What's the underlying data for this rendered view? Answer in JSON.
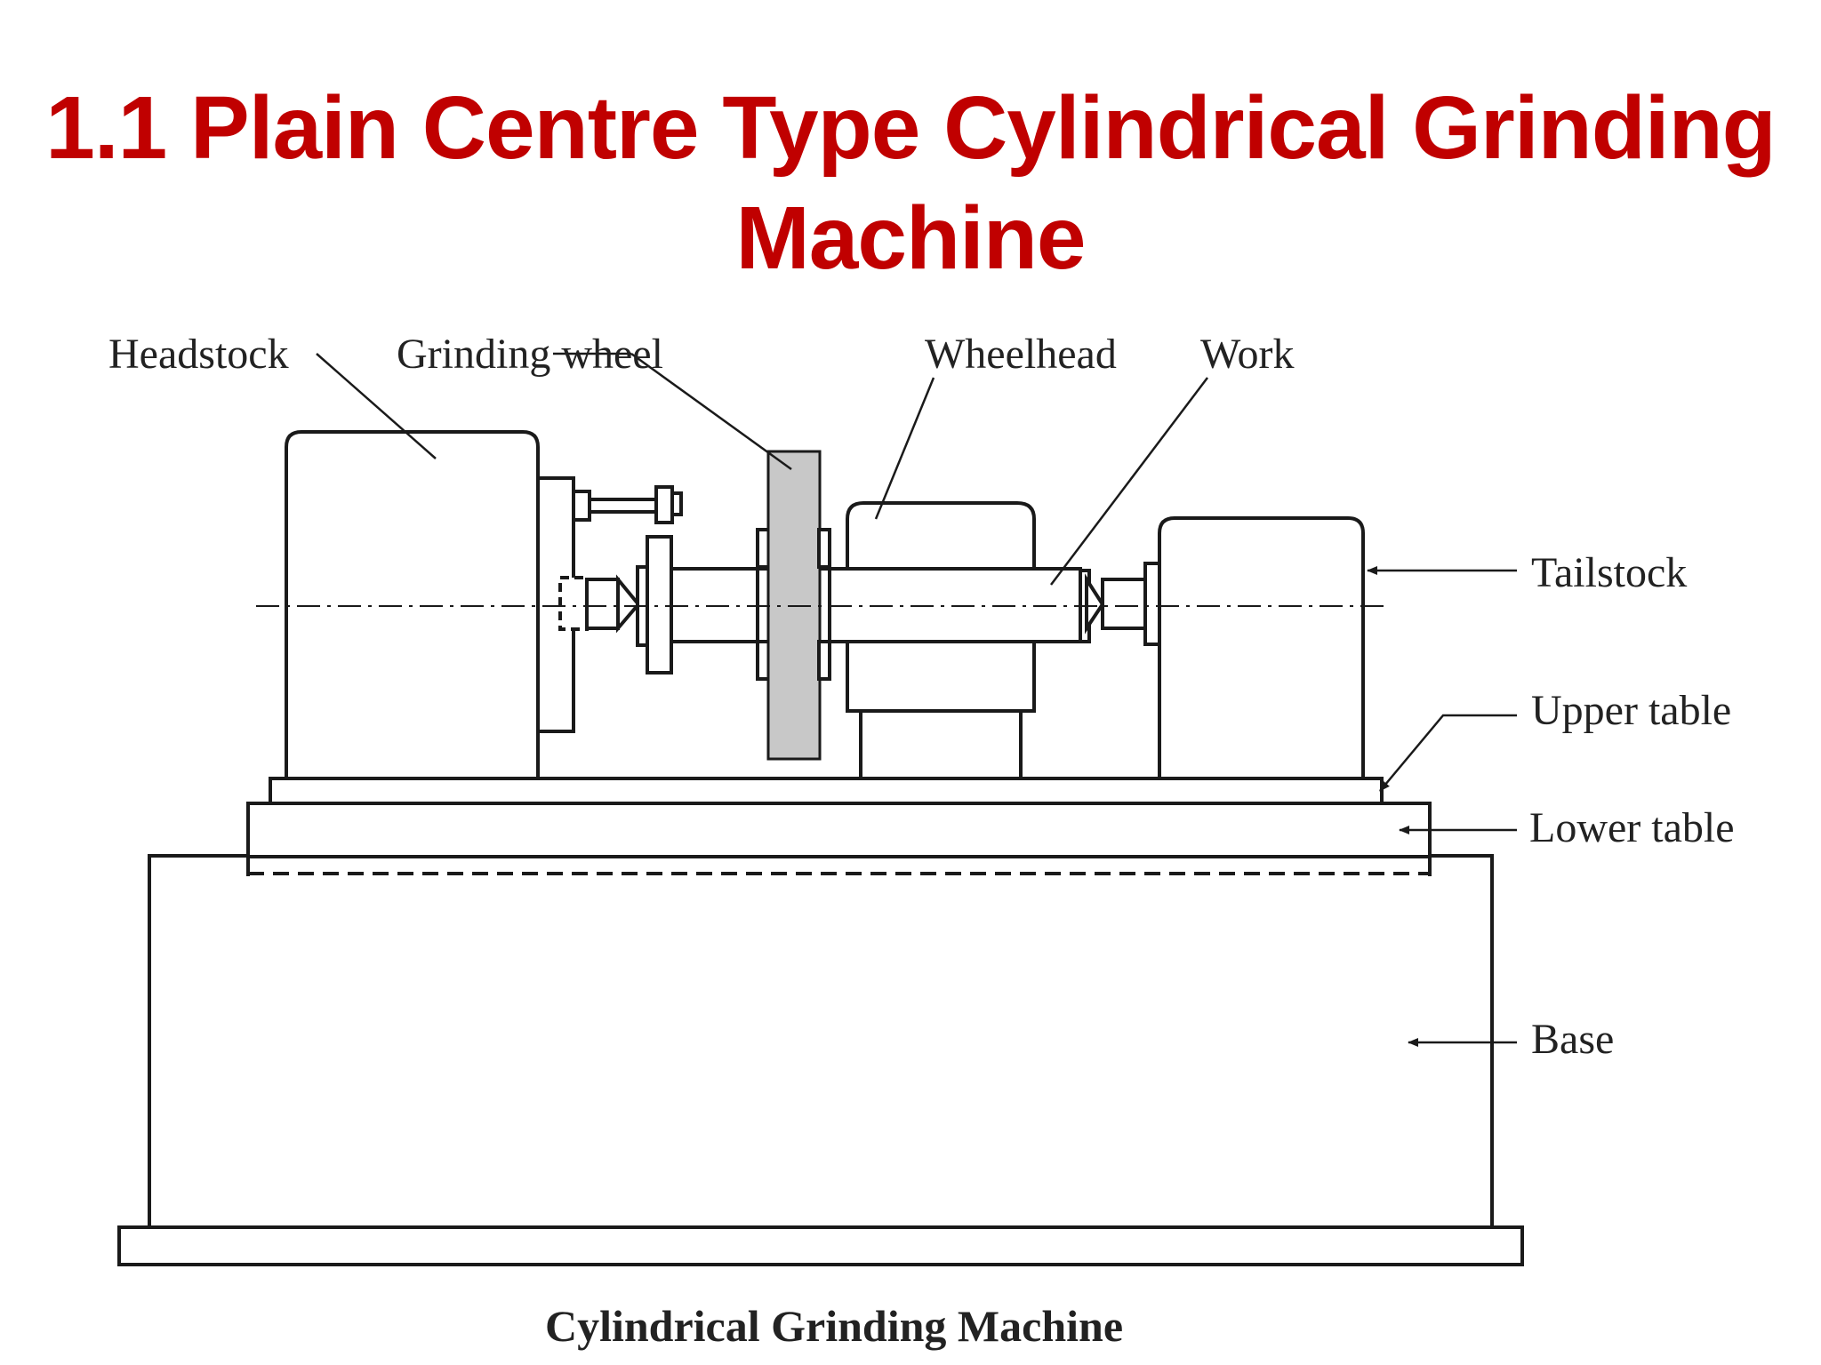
{
  "title": {
    "line1": "1.1 Plain Centre Type Cylindrical Grinding",
    "line2": "Machine"
  },
  "labels": {
    "headstock": "Headstock",
    "grinding_wheel": "Grinding wheel",
    "wheelhead": "Wheelhead",
    "work": "Work",
    "tailstock": "Tailstock",
    "upper_table": "Upper table",
    "lower_table": "Lower table",
    "base": "Base"
  },
  "caption": "Cylindrical Grinding Machine",
  "colors": {
    "title": "#c00000",
    "grinding_wheel_fill": "#c8c8c8",
    "outline": "#1a1a1a"
  }
}
